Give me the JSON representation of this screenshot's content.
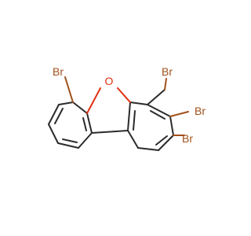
{
  "molecule": {
    "atoms": {
      "oxygen": "O",
      "br_top_left": "Br",
      "br_top_right": "Br",
      "br_right_upper": "Br",
      "br_right_lower": "Br"
    },
    "colors": {
      "carbon_bond": "#2b2b2b",
      "oxygen": "#e03010",
      "bromine": "#a0501a",
      "background": "#ffffff"
    }
  }
}
